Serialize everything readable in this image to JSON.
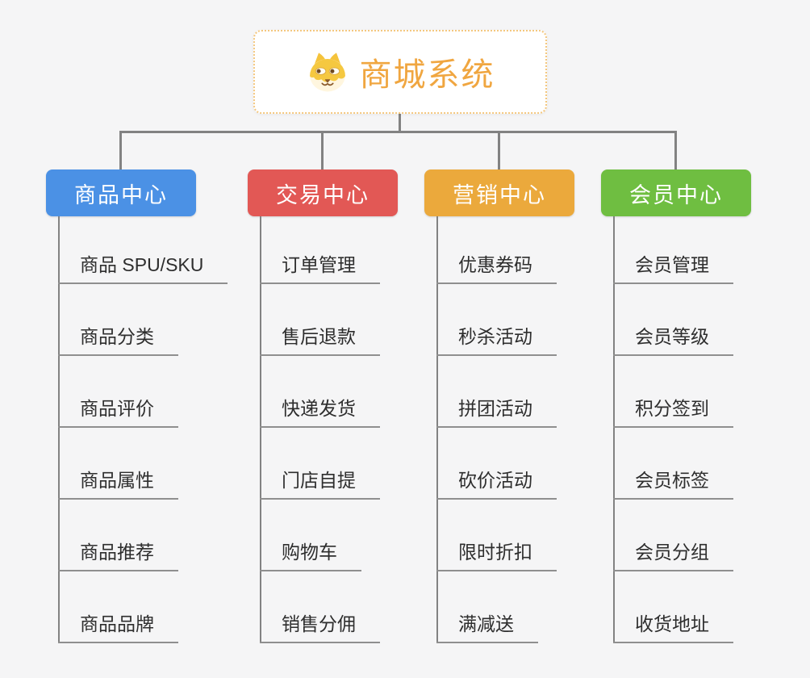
{
  "canvas": {
    "background": "#f5f5f6",
    "connector_color": "#828282"
  },
  "root": {
    "title": "商城系统",
    "icon": "dog-face-icon",
    "title_color": "#F0A640",
    "border_color": "#F4C77E"
  },
  "branches": [
    {
      "label": "商品中心",
      "color": "#4B91E5",
      "children": [
        "商品 SPU/SKU",
        "商品分类",
        "商品评价",
        "商品属性",
        "商品推荐",
        "商品品牌"
      ]
    },
    {
      "label": "交易中心",
      "color": "#E25855",
      "children": [
        "订单管理",
        "售后退款",
        "快递发货",
        "门店自提",
        "购物车",
        "销售分佣"
      ]
    },
    {
      "label": "营销中心",
      "color": "#EBA93C",
      "children": [
        "优惠券码",
        "秒杀活动",
        "拼团活动",
        "砍价活动",
        "限时折扣",
        "满减送"
      ]
    },
    {
      "label": "会员中心",
      "color": "#6FBE41",
      "children": [
        "会员管理",
        "会员等级",
        "积分签到",
        "会员标签",
        "会员分组",
        "收货地址"
      ]
    }
  ]
}
